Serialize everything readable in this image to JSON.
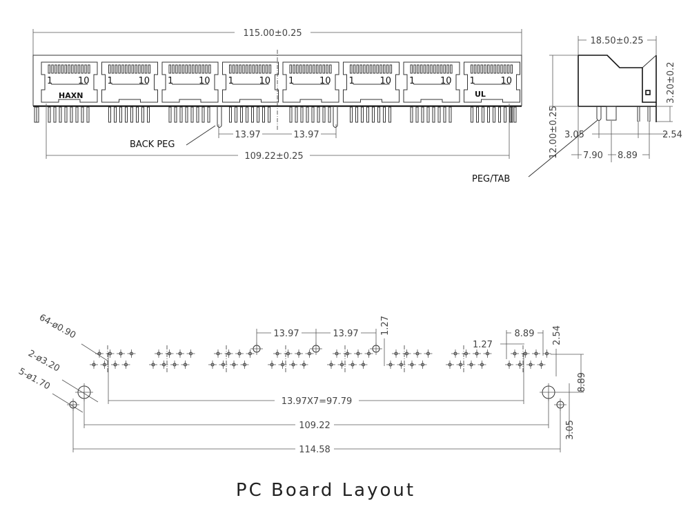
{
  "title": "PC Board Layout",
  "front_view": {
    "overall_width": "115.00±0.25",
    "pin_span": "109.22±0.25",
    "pitch_left": "13.97",
    "pitch_right": "13.97",
    "back_peg_label": "BACK PEG",
    "port_count": 8,
    "port_pin_first": "1",
    "port_pin_last": "10",
    "brand_mark": "HAXN",
    "cert_mark": "UL"
  },
  "side_view": {
    "depth": "18.50±0.25",
    "height": "12.00±0.25",
    "pin_length": "3.20±0.2",
    "dim_305": "3.05",
    "dim_254": "2.54",
    "dim_790": "7.90",
    "dim_889": "8.89",
    "peg_tab_label": "PEG/TAB"
  },
  "pcb_layout": {
    "hole_callout_small": "64-ø0.90",
    "hole_callout_peg": "2-ø3.20",
    "hole_callout_tab": "5-ø1.70",
    "pitch_a": "13.97",
    "pitch_b": "13.97",
    "offset_127_top": "1.27",
    "offset_127_right": "1.27",
    "row_span_889": "8.89",
    "row_spacing": "2.54",
    "peg_offset_889": "8.89",
    "tab_offset_305": "3.05",
    "total_pitch": "13.97X7=97.79",
    "peg_span": "109.22",
    "tab_span": "114.58"
  }
}
